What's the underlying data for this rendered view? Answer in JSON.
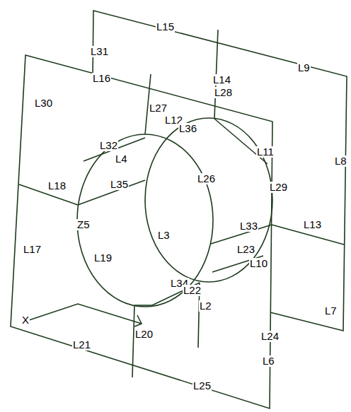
{
  "diagram": {
    "labels": [
      "L15",
      "L31",
      "L9",
      "L16",
      "L14",
      "L28",
      "L30",
      "L27",
      "L12",
      "L36",
      "L11",
      "L8",
      "L32",
      "L4",
      "L26",
      "L18",
      "L35",
      "L29",
      "L13",
      "Z5",
      "L33",
      "L3",
      "L23",
      "L17",
      "L19",
      "L10",
      "L34",
      "L22",
      "L2",
      "L7",
      "X",
      "L20",
      "L24",
      "L21",
      "L6",
      "L25"
    ]
  }
}
